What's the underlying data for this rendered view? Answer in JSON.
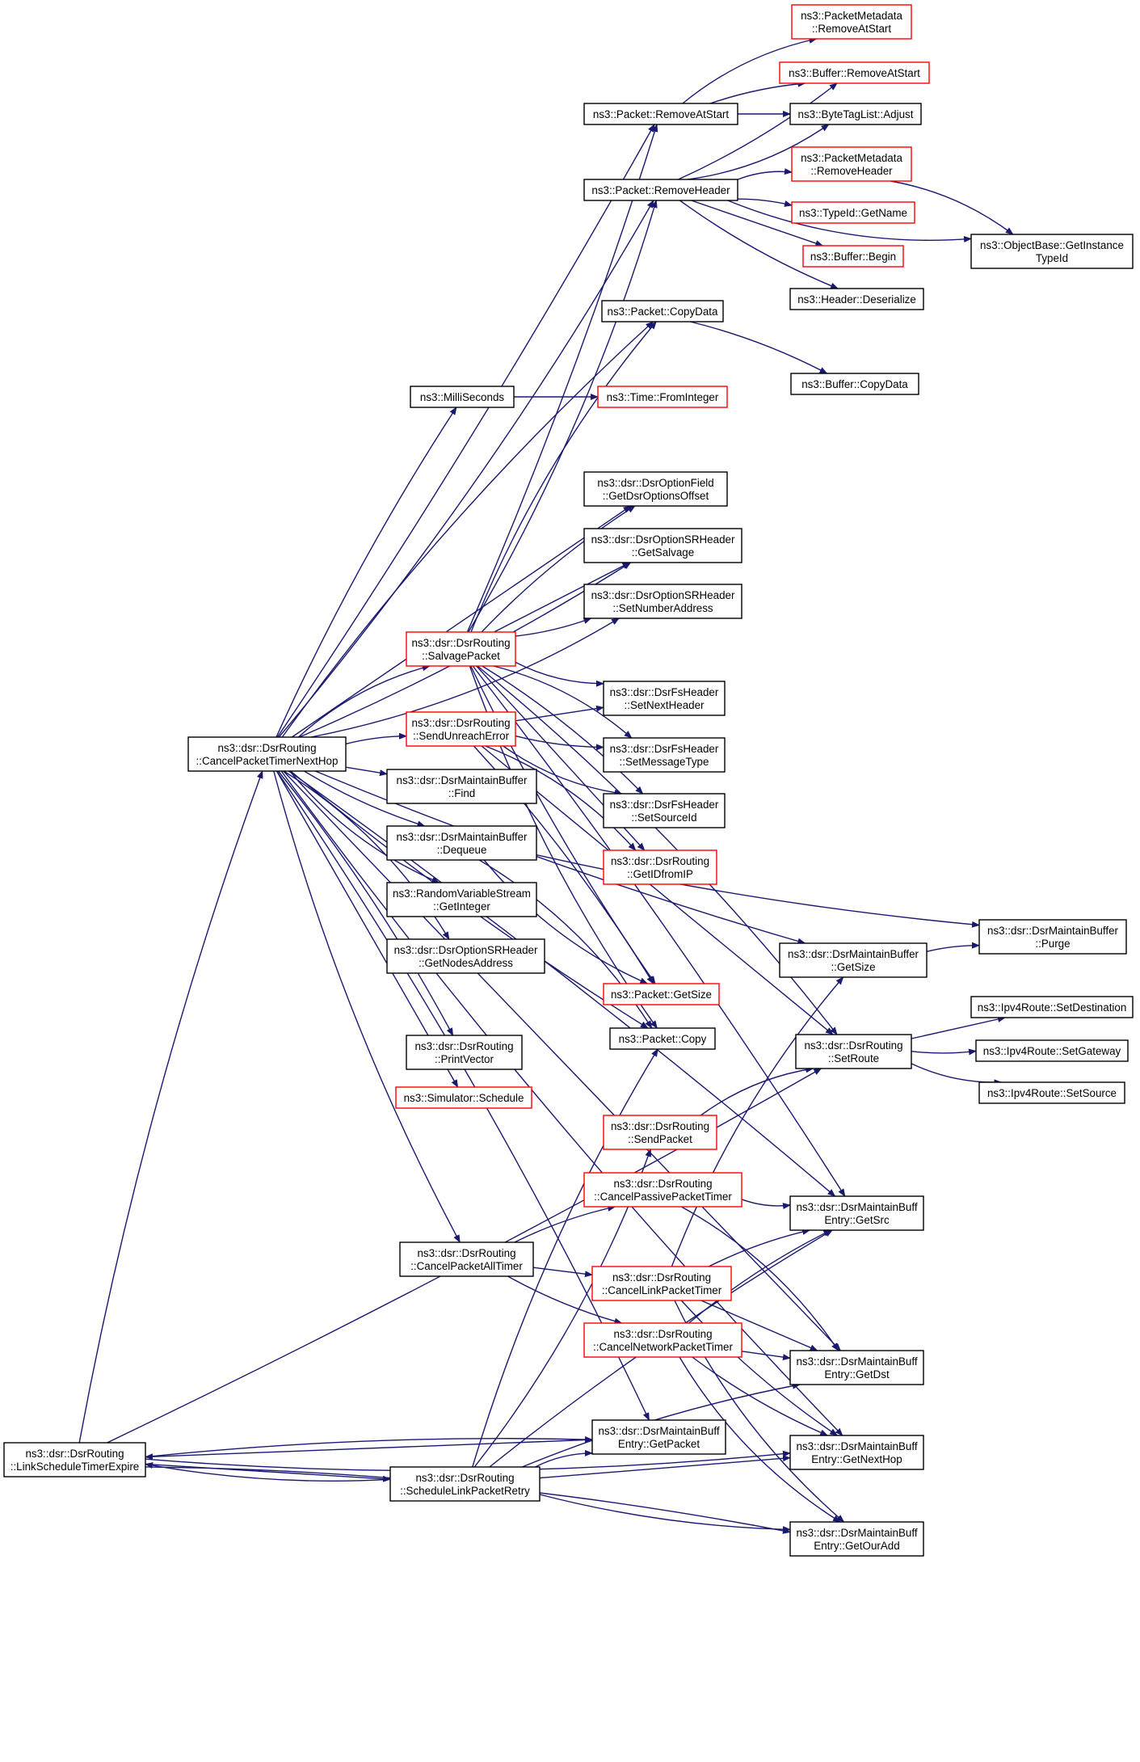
{
  "diagram": {
    "colors": {
      "edge": "#191970",
      "node_border_default": "#000000",
      "node_border_truncated": "#ff0000",
      "node_fill_focus": "#bfbfbf",
      "node_fill_default": "#ffffff"
    },
    "nodes": [
      {
        "id": "link_schedule",
        "lines": [
          "ns3::dsr::DsrRouting",
          "::LinkScheduleTimerExpire"
        ],
        "style": "focus"
      },
      {
        "id": "cancel_next_hop",
        "lines": [
          "ns3::dsr::DsrRouting",
          "::CancelPacketTimerNextHop"
        ],
        "style": "normal"
      },
      {
        "id": "remove_at_start",
        "lines": [
          "ns3::Packet::RemoveAtStart"
        ],
        "style": "normal"
      },
      {
        "id": "remove_header",
        "lines": [
          "ns3::Packet::RemoveHeader"
        ],
        "style": "normal"
      },
      {
        "id": "pm_remove_at_start",
        "lines": [
          "ns3::PacketMetadata",
          "::RemoveAtStart"
        ],
        "style": "truncated"
      },
      {
        "id": "buf_remove_at_start",
        "lines": [
          "ns3::Buffer::RemoveAtStart"
        ],
        "style": "truncated"
      },
      {
        "id": "bytetag_adjust",
        "lines": [
          "ns3::ByteTagList::Adjust"
        ],
        "style": "normal"
      },
      {
        "id": "pm_remove_header",
        "lines": [
          "ns3::PacketMetadata",
          "::RemoveHeader"
        ],
        "style": "truncated"
      },
      {
        "id": "typeid_getname",
        "lines": [
          "ns3::TypeId::GetName"
        ],
        "style": "truncated"
      },
      {
        "id": "buf_begin",
        "lines": [
          "ns3::Buffer::Begin"
        ],
        "style": "truncated"
      },
      {
        "id": "header_deserialize",
        "lines": [
          "ns3::Header::Deserialize"
        ],
        "style": "normal"
      },
      {
        "id": "objbase_get_instance",
        "lines": [
          "ns3::ObjectBase::GetInstance",
          "TypeId"
        ],
        "style": "normal"
      },
      {
        "id": "packet_copydata",
        "lines": [
          "ns3::Packet::CopyData"
        ],
        "style": "normal"
      },
      {
        "id": "buffer_copydata",
        "lines": [
          "ns3::Buffer::CopyData"
        ],
        "style": "normal"
      },
      {
        "id": "milliseconds",
        "lines": [
          "ns3::MilliSeconds"
        ],
        "style": "normal"
      },
      {
        "id": "time_frominteger",
        "lines": [
          "ns3::Time::FromInteger"
        ],
        "style": "truncated"
      },
      {
        "id": "optfield_offset",
        "lines": [
          "ns3::dsr::DsrOptionField",
          "::GetDsrOptionsOffset"
        ],
        "style": "normal"
      },
      {
        "id": "srheader_getsalvage",
        "lines": [
          "ns3::dsr::DsrOptionSRHeader",
          "::GetSalvage"
        ],
        "style": "normal"
      },
      {
        "id": "srheader_setnumber",
        "lines": [
          "ns3::dsr::DsrOptionSRHeader",
          "::SetNumberAddress"
        ],
        "style": "normal"
      },
      {
        "id": "salvage_packet",
        "lines": [
          "ns3::dsr::DsrRouting",
          "::SalvagePacket"
        ],
        "style": "truncated"
      },
      {
        "id": "fs_setnextheader",
        "lines": [
          "ns3::dsr::DsrFsHeader",
          "::SetNextHeader"
        ],
        "style": "normal"
      },
      {
        "id": "send_unreach",
        "lines": [
          "ns3::dsr::DsrRouting",
          "::SendUnreachError"
        ],
        "style": "truncated"
      },
      {
        "id": "fs_setmessagetype",
        "lines": [
          "ns3::dsr::DsrFsHeader",
          "::SetMessageType"
        ],
        "style": "normal"
      },
      {
        "id": "maint_find",
        "lines": [
          "ns3::dsr::DsrMaintainBuffer",
          "::Find"
        ],
        "style": "normal"
      },
      {
        "id": "fs_setsourceid",
        "lines": [
          "ns3::dsr::DsrFsHeader",
          "::SetSourceId"
        ],
        "style": "normal"
      },
      {
        "id": "maint_dequeue",
        "lines": [
          "ns3::dsr::DsrMaintainBuffer",
          "::Dequeue"
        ],
        "style": "normal"
      },
      {
        "id": "getidfromip",
        "lines": [
          "ns3::dsr::DsrRouting",
          "::GetIDfromIP"
        ],
        "style": "truncated"
      },
      {
        "id": "rvs_getinteger",
        "lines": [
          "ns3::RandomVariableStream",
          "::GetInteger"
        ],
        "style": "normal"
      },
      {
        "id": "maint_purge",
        "lines": [
          "ns3::dsr::DsrMaintainBuffer",
          "::Purge"
        ],
        "style": "normal"
      },
      {
        "id": "sr_getnodes",
        "lines": [
          "ns3::dsr::DsrOptionSRHeader",
          "::GetNodesAddress"
        ],
        "style": "normal"
      },
      {
        "id": "maint_getsize",
        "lines": [
          "ns3::dsr::DsrMaintainBuffer",
          "::GetSize"
        ],
        "style": "normal"
      },
      {
        "id": "packet_getsize",
        "lines": [
          "ns3::Packet::GetSize"
        ],
        "style": "truncated"
      },
      {
        "id": "ipv4_setdest",
        "lines": [
          "ns3::Ipv4Route::SetDestination"
        ],
        "style": "normal"
      },
      {
        "id": "print_vector",
        "lines": [
          "ns3::dsr::DsrRouting",
          "::PrintVector"
        ],
        "style": "normal"
      },
      {
        "id": "packet_copy",
        "lines": [
          "ns3::Packet::Copy"
        ],
        "style": "normal"
      },
      {
        "id": "set_route",
        "lines": [
          "ns3::dsr::DsrRouting",
          "::SetRoute"
        ],
        "style": "normal"
      },
      {
        "id": "ipv4_setgateway",
        "lines": [
          "ns3::Ipv4Route::SetGateway"
        ],
        "style": "normal"
      },
      {
        "id": "sim_schedule",
        "lines": [
          "ns3::Simulator::Schedule"
        ],
        "style": "truncated"
      },
      {
        "id": "ipv4_setsource",
        "lines": [
          "ns3::Ipv4Route::SetSource"
        ],
        "style": "normal"
      },
      {
        "id": "send_packet",
        "lines": [
          "ns3::dsr::DsrRouting",
          "::SendPacket"
        ],
        "style": "truncated"
      },
      {
        "id": "cancel_passive",
        "lines": [
          "ns3::dsr::DsrRouting",
          "::CancelPassivePacketTimer"
        ],
        "style": "truncated"
      },
      {
        "id": "entry_getsrc",
        "lines": [
          "ns3::dsr::DsrMaintainBuff",
          "Entry::GetSrc"
        ],
        "style": "normal"
      },
      {
        "id": "cancel_all",
        "lines": [
          "ns3::dsr::DsrRouting",
          "::CancelPacketAllTimer"
        ],
        "style": "normal"
      },
      {
        "id": "cancel_link",
        "lines": [
          "ns3::dsr::DsrRouting",
          "::CancelLinkPacketTimer"
        ],
        "style": "truncated"
      },
      {
        "id": "cancel_network",
        "lines": [
          "ns3::dsr::DsrRouting",
          "::CancelNetworkPacketTimer"
        ],
        "style": "truncated"
      },
      {
        "id": "entry_getdst",
        "lines": [
          "ns3::dsr::DsrMaintainBuff",
          "Entry::GetDst"
        ],
        "style": "normal"
      },
      {
        "id": "entry_getpacket",
        "lines": [
          "ns3::dsr::DsrMaintainBuff",
          "Entry::GetPacket"
        ],
        "style": "normal"
      },
      {
        "id": "entry_getnexthop",
        "lines": [
          "ns3::dsr::DsrMaintainBuff",
          "Entry::GetNextHop"
        ],
        "style": "normal"
      },
      {
        "id": "schedule_retry",
        "lines": [
          "ns3::dsr::DsrRouting",
          "::ScheduleLinkPacketRetry"
        ],
        "style": "normal"
      },
      {
        "id": "entry_getouradd",
        "lines": [
          "ns3::dsr::DsrMaintainBuff",
          "Entry::GetOurAdd"
        ],
        "style": "normal"
      }
    ],
    "edges": [
      [
        "link_schedule",
        "cancel_next_hop"
      ],
      [
        "link_schedule",
        "entry_getpacket"
      ],
      [
        "link_schedule",
        "schedule_retry"
      ],
      [
        "link_schedule",
        "set_route"
      ],
      [
        "link_schedule",
        "entry_getnexthop"
      ],
      [
        "link_schedule",
        "entry_getouradd"
      ],
      [
        "schedule_retry",
        "link_schedule"
      ],
      [
        "entry_getpacket",
        "link_schedule"
      ],
      [
        "cancel_next_hop",
        "remove_at_start"
      ],
      [
        "cancel_next_hop",
        "remove_header"
      ],
      [
        "cancel_next_hop",
        "packet_copydata"
      ],
      [
        "cancel_next_hop",
        "milliseconds"
      ],
      [
        "cancel_next_hop",
        "optfield_offset"
      ],
      [
        "cancel_next_hop",
        "srheader_getsalvage"
      ],
      [
        "cancel_next_hop",
        "srheader_setnumber"
      ],
      [
        "cancel_next_hop",
        "salvage_packet"
      ],
      [
        "cancel_next_hop",
        "send_unreach"
      ],
      [
        "cancel_next_hop",
        "maint_find"
      ],
      [
        "cancel_next_hop",
        "maint_dequeue"
      ],
      [
        "cancel_next_hop",
        "rvs_getinteger"
      ],
      [
        "cancel_next_hop",
        "sr_getnodes"
      ],
      [
        "cancel_next_hop",
        "print_vector"
      ],
      [
        "cancel_next_hop",
        "sim_schedule"
      ],
      [
        "cancel_next_hop",
        "packet_copy"
      ],
      [
        "cancel_next_hop",
        "cancel_all"
      ],
      [
        "cancel_next_hop",
        "entry_getpacket"
      ],
      [
        "cancel_next_hop",
        "entry_getsrc"
      ],
      [
        "cancel_next_hop",
        "entry_getdst"
      ],
      [
        "cancel_next_hop",
        "maint_getsize"
      ],
      [
        "cancel_next_hop",
        "entry_getnexthop"
      ],
      [
        "remove_at_start",
        "pm_remove_at_start"
      ],
      [
        "remove_at_start",
        "buf_remove_at_start"
      ],
      [
        "remove_at_start",
        "bytetag_adjust"
      ],
      [
        "remove_header",
        "buf_remove_at_start"
      ],
      [
        "remove_header",
        "bytetag_adjust"
      ],
      [
        "remove_header",
        "pm_remove_header"
      ],
      [
        "remove_header",
        "typeid_getname"
      ],
      [
        "remove_header",
        "buf_begin"
      ],
      [
        "remove_header",
        "header_deserialize"
      ],
      [
        "remove_header",
        "objbase_get_instance"
      ],
      [
        "pm_remove_header",
        "objbase_get_instance"
      ],
      [
        "packet_copydata",
        "buffer_copydata"
      ],
      [
        "milliseconds",
        "time_frominteger"
      ],
      [
        "salvage_packet",
        "remove_at_start"
      ],
      [
        "salvage_packet",
        "remove_header"
      ],
      [
        "salvage_packet",
        "packet_copydata"
      ],
      [
        "salvage_packet",
        "optfield_offset"
      ],
      [
        "salvage_packet",
        "srheader_getsalvage"
      ],
      [
        "salvage_packet",
        "srheader_setnumber"
      ],
      [
        "salvage_packet",
        "fs_setnextheader"
      ],
      [
        "salvage_packet",
        "fs_setmessagetype"
      ],
      [
        "salvage_packet",
        "fs_setsourceid"
      ],
      [
        "salvage_packet",
        "getidfromip"
      ],
      [
        "salvage_packet",
        "packet_getsize"
      ],
      [
        "salvage_packet",
        "packet_copy"
      ],
      [
        "salvage_packet",
        "set_route"
      ],
      [
        "salvage_packet",
        "entry_getsrc"
      ],
      [
        "send_unreach",
        "fs_setnextheader"
      ],
      [
        "send_unreach",
        "fs_setmessagetype"
      ],
      [
        "send_unreach",
        "fs_setsourceid"
      ],
      [
        "send_unreach",
        "getidfromip"
      ],
      [
        "send_unreach",
        "packet_getsize"
      ],
      [
        "send_unreach",
        "set_route"
      ],
      [
        "maint_dequeue",
        "maint_purge"
      ],
      [
        "maint_dequeue",
        "packet_getsize"
      ],
      [
        "maint_dequeue",
        "packet_copy"
      ],
      [
        "maint_getsize",
        "maint_purge"
      ],
      [
        "set_route",
        "ipv4_setdest"
      ],
      [
        "set_route",
        "ipv4_setgateway"
      ],
      [
        "set_route",
        "ipv4_setsource"
      ],
      [
        "send_packet",
        "set_route"
      ],
      [
        "cancel_all",
        "cancel_passive"
      ],
      [
        "cancel_all",
        "cancel_link"
      ],
      [
        "cancel_all",
        "cancel_network"
      ],
      [
        "cancel_passive",
        "entry_getsrc"
      ],
      [
        "cancel_passive",
        "entry_getdst"
      ],
      [
        "cancel_link",
        "entry_getsrc"
      ],
      [
        "cancel_link",
        "entry_getdst"
      ],
      [
        "cancel_link",
        "entry_getnexthop"
      ],
      [
        "cancel_link",
        "entry_getouradd"
      ],
      [
        "cancel_link",
        "maint_getsize"
      ],
      [
        "cancel_network",
        "entry_getsrc"
      ],
      [
        "cancel_network",
        "entry_getdst"
      ],
      [
        "cancel_network",
        "entry_getnexthop"
      ],
      [
        "cancel_network",
        "entry_getouradd"
      ],
      [
        "schedule_retry",
        "entry_getpacket"
      ],
      [
        "schedule_retry",
        "entry_getdst"
      ],
      [
        "schedule_retry",
        "entry_getnexthop"
      ],
      [
        "schedule_retry",
        "entry_getouradd"
      ],
      [
        "schedule_retry",
        "send_packet"
      ],
      [
        "schedule_retry",
        "packet_copy"
      ],
      [
        "schedule_retry",
        "entry_getsrc"
      ]
    ]
  }
}
